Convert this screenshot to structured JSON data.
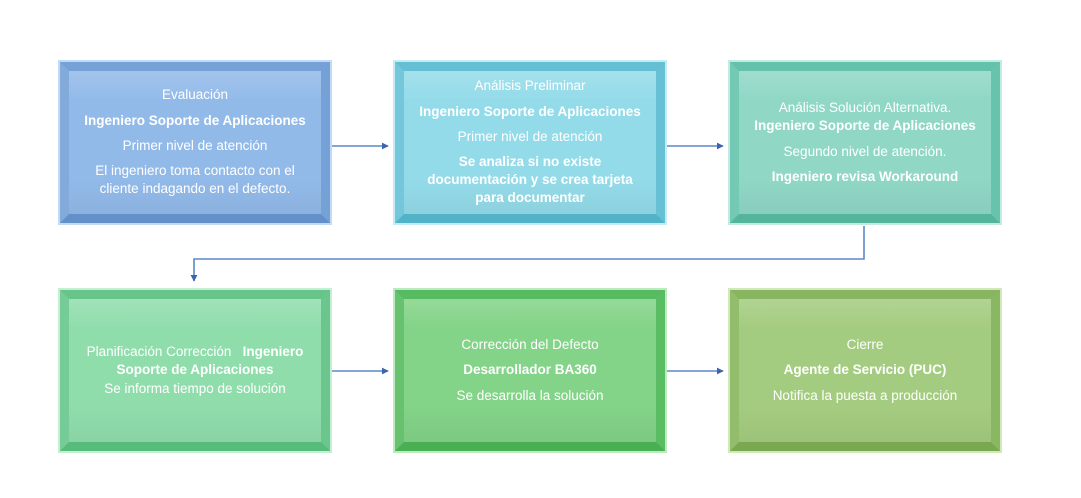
{
  "diagram": {
    "type": "flowchart",
    "background": "#ffffff",
    "connector_color": "#5b87c7",
    "arrowhead_color": "#3b66ad",
    "text_color": "#ffffff",
    "connectors": [
      {
        "from": "evaluacion",
        "to": "analisis-preliminar",
        "shape": "straight-arrow"
      },
      {
        "from": "analisis-preliminar",
        "to": "analisis-solucion-alternativa",
        "shape": "straight-arrow"
      },
      {
        "from": "analisis-solucion-alternativa",
        "to": "planificacion-correccion",
        "shape": "elbow-arrow"
      },
      {
        "from": "planificacion-correccion",
        "to": "correccion-del-defecto",
        "shape": "straight-arrow"
      },
      {
        "from": "correccion-del-defecto",
        "to": "cierre",
        "shape": "straight-arrow"
      }
    ],
    "boxes": [
      {
        "id": "evaluacion",
        "colors": {
          "fill": "#92bae9",
          "outline": "#c2daf4",
          "bevel_top": "#76a1d6",
          "bevel_left": "#82abdc",
          "bevel_right": "#76a1d6",
          "bevel_bottom": "#6390c9"
        },
        "paragraphs": [
          {
            "runs": [
              {
                "t": "Evaluación",
                "b": false
              }
            ]
          },
          {
            "runs": [
              {
                "t": "Ingeniero Soporte de Aplicaciones",
                "b": true
              }
            ]
          },
          {
            "runs": [
              {
                "t": "Primer nivel de atención",
                "b": false
              }
            ]
          },
          {
            "runs": [
              {
                "t": "El ingeniero toma contacto con el",
                "b": false
              },
              {
                "t": "cliente indagando en el defecto.",
                "b": false,
                "br": true
              }
            ]
          }
        ]
      },
      {
        "id": "analisis-preliminar",
        "colors": {
          "fill": "#94dbe9",
          "outline": "#c4ecf4",
          "bevel_top": "#64bed4",
          "bevel_left": "#74c7da",
          "bevel_right": "#68c0d5",
          "bevel_bottom": "#52b2c8"
        },
        "paragraphs": [
          {
            "runs": [
              {
                "t": "Análisis Preliminar",
                "b": false
              }
            ]
          },
          {
            "runs": [
              {
                "t": "Ingeniero Soporte de Aplicaciones",
                "b": true
              }
            ]
          },
          {
            "runs": [
              {
                "t": "Primer nivel de atención",
                "b": false
              }
            ]
          },
          {
            "runs": [
              {
                "t": "Se analiza si no existe",
                "b": true
              },
              {
                "t": "documentación y se crea tarjeta",
                "b": true,
                "br": true
              },
              {
                "t": "para documentar",
                "b": true,
                "br": true
              }
            ]
          }
        ]
      },
      {
        "id": "analisis-solucion-alternativa",
        "colors": {
          "fill": "#90d7c6",
          "outline": "#c3ebe1",
          "bevel_top": "#64c1ab",
          "bevel_left": "#74c9b5",
          "bevel_right": "#68c3ad",
          "bevel_bottom": "#54b59c"
        },
        "paragraphs": [
          {
            "runs": [
              {
                "t": "Análisis Solución Alternativa.",
                "b": false
              },
              {
                "t": "Ingeniero Soporte de Aplicaciones",
                "b": true,
                "br": true
              }
            ]
          },
          {
            "runs": [
              {
                "t": "Segundo nivel de atención.",
                "b": false
              }
            ]
          },
          {
            "runs": [
              {
                "t": "Ingeniero revisa Workaround",
                "b": true
              }
            ]
          }
        ]
      },
      {
        "id": "planificacion-correccion",
        "colors": {
          "fill": "#90ddac",
          "outline": "#c5eed4",
          "bevel_top": "#67c58a",
          "bevel_left": "#76cc96",
          "bevel_right": "#6ac68c",
          "bevel_bottom": "#57bb7c"
        },
        "paragraphs": [
          {
            "runs": [
              {
                "t": "Planificación Corrección   ",
                "b": false
              },
              {
                "t": "Ingeniero",
                "b": true
              },
              {
                "t": "Soporte de Aplicaciones",
                "b": true,
                "br": true
              },
              {
                "t": "Se informa tiempo de solución",
                "b": false,
                "br": true
              }
            ]
          }
        ]
      },
      {
        "id": "correccion-del-defecto",
        "colors": {
          "fill": "#83d388",
          "outline": "#bdeac0",
          "bevel_top": "#57bb61",
          "bevel_left": "#66c26e",
          "bevel_right": "#5abc63",
          "bevel_bottom": "#49af53"
        },
        "paragraphs": [
          {
            "runs": [
              {
                "t": "Corrección del Defecto",
                "b": false
              }
            ]
          },
          {
            "runs": [
              {
                "t": "Desarrollador BA360",
                "b": true
              }
            ]
          },
          {
            "runs": [
              {
                "t": "Se desarrolla la solución",
                "b": false
              }
            ]
          }
        ]
      },
      {
        "id": "cierre",
        "colors": {
          "fill": "#a4cc80",
          "outline": "#d3e7bc",
          "bevel_top": "#88b660",
          "bevel_left": "#92bd6b",
          "bevel_right": "#8ab762",
          "bevel_bottom": "#79a850"
        },
        "paragraphs": [
          {
            "runs": [
              {
                "t": "Cierre",
                "b": false
              }
            ]
          },
          {
            "runs": [
              {
                "t": "Agente de Servicio (PUC)",
                "b": true
              }
            ]
          },
          {
            "runs": [
              {
                "t": "Notifica la puesta a producción",
                "b": false
              }
            ]
          }
        ]
      }
    ]
  }
}
